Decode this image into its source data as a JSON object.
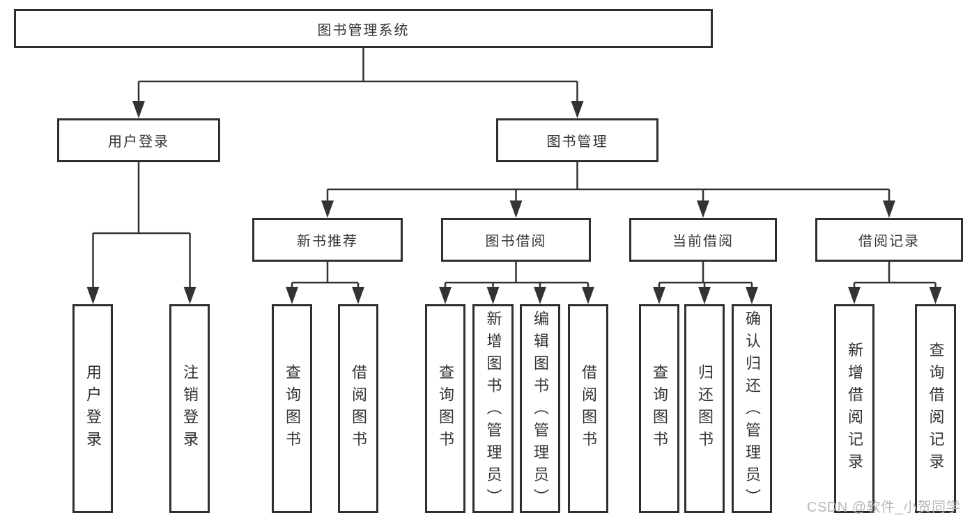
{
  "diagram": {
    "root": {
      "label": "图书管理系统"
    },
    "branches": [
      {
        "label": "用户登录",
        "children": [
          {
            "label": "用户登录"
          },
          {
            "label": "注销登录"
          }
        ]
      },
      {
        "label": "图书管理",
        "sections": [
          {
            "label": "新书推荐",
            "children": [
              {
                "label": "查询图书"
              },
              {
                "label": "借阅图书"
              }
            ]
          },
          {
            "label": "图书借阅",
            "children": [
              {
                "label": "查询图书"
              },
              {
                "label": "新增图书（管理员）"
              },
              {
                "label": "编辑图书（管理员）"
              },
              {
                "label": "借阅图书"
              }
            ]
          },
          {
            "label": "当前借阅",
            "children": [
              {
                "label": "查询图书"
              },
              {
                "label": "归还图书"
              },
              {
                "label": "确认归还（管理员）"
              }
            ]
          },
          {
            "label": "借阅记录",
            "children": [
              {
                "label": "新增借阅记录"
              },
              {
                "label": "查询借阅记录"
              }
            ]
          }
        ]
      }
    ]
  },
  "watermark": {
    "text": "CSDN @软件_小贺同学"
  },
  "colors": {
    "line": "#333333",
    "border": "#2f2f2f",
    "text": "#333333",
    "background": "#ffffff",
    "watermark": "#b7b7b7"
  }
}
